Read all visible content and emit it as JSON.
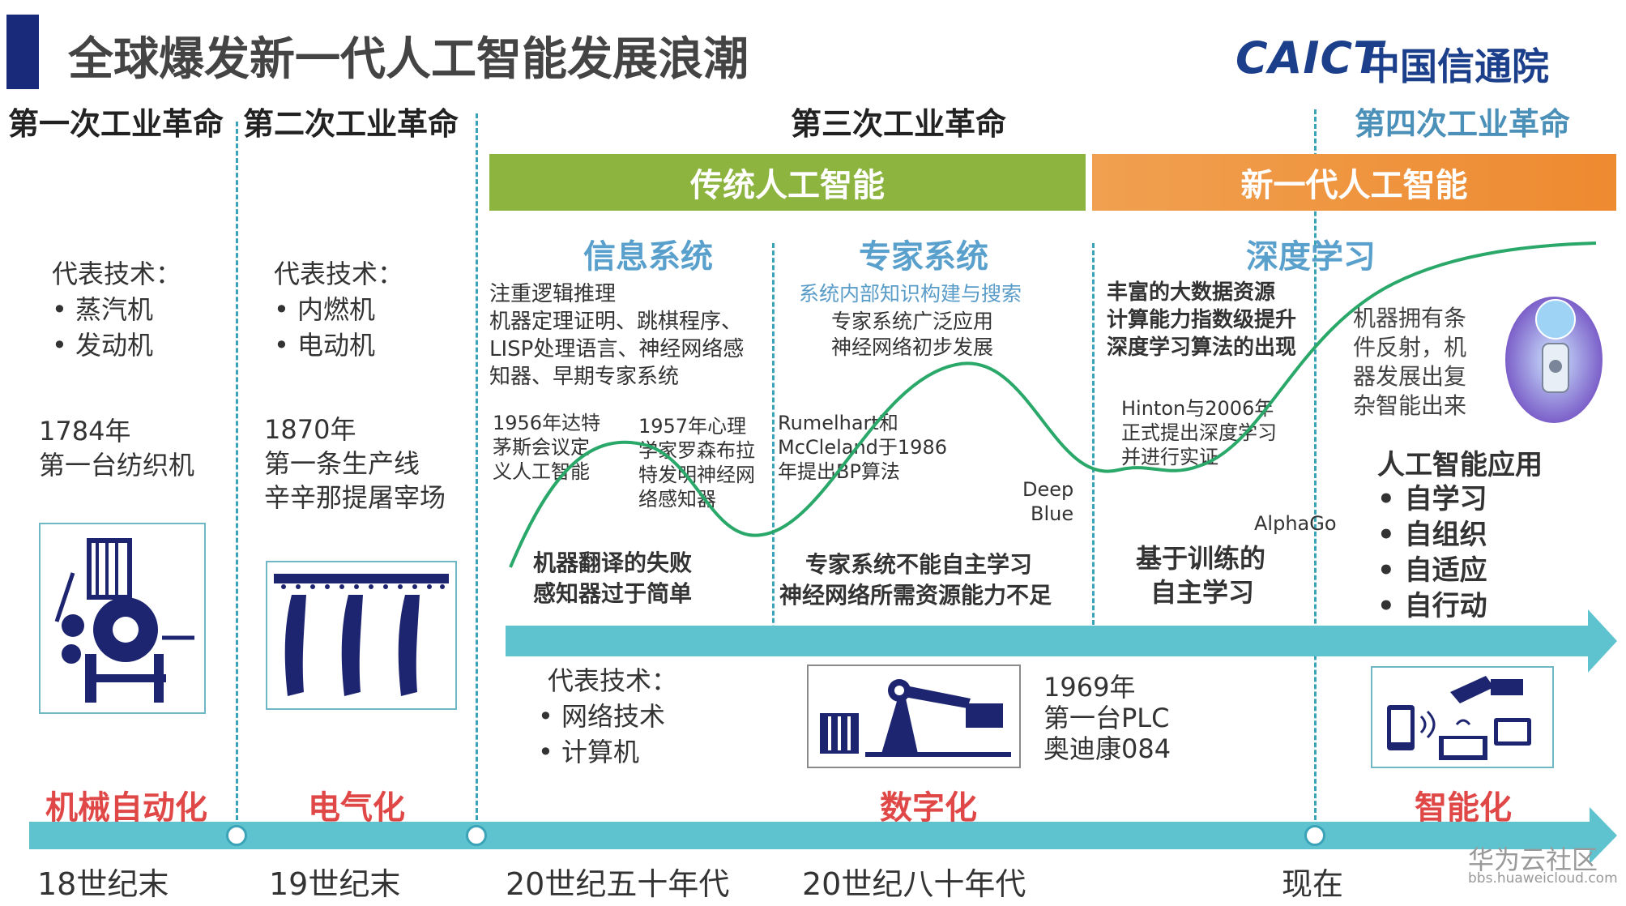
{
  "title": "全球爆发新一代人工智能发展浪潮",
  "logo": {
    "en": "CAICT",
    "cn": "中国信通院"
  },
  "eras": [
    "第一次工业革命",
    "第二次工业革命",
    "第三次工业革命",
    "第四次工业革命"
  ],
  "bands": {
    "traditional": "传统人工智能",
    "new": "新一代人工智能"
  },
  "sections": {
    "info": "信息系统",
    "expert": "专家系统",
    "deep": "深度学习"
  },
  "era1": {
    "tech_label": "代表技术：",
    "techs": [
      "• 蒸汽机",
      "• 发动机"
    ],
    "year": "1784年",
    "event": "第一台纺织机"
  },
  "era2": {
    "tech_label": "代表技术：",
    "techs": [
      "• 内燃机",
      "• 电动机"
    ],
    "year": "1870年",
    "event1": "第一条生产线",
    "event2": "辛辛那提屠宰场"
  },
  "info_sys": {
    "lines": [
      "注重逻辑推理",
      "机器定理证明、跳棋程序、",
      "LISP处理语言、神经网络感",
      "知器、早期专家系统"
    ],
    "e1956": [
      "1956年达特",
      "茅斯会议定",
      "义人工智能"
    ],
    "e1957": [
      "1957年心理",
      "学家罗森布拉",
      "特发明神经网",
      "络感知器"
    ],
    "failure": [
      "机器翻译的失败",
      "感知器过于简单"
    ]
  },
  "expert_sys": {
    "lines": [
      "系统内部知识构建与搜索",
      "专家系统广泛应用",
      "神经网络初步发展"
    ],
    "e1986": [
      "Rumelhart和",
      "McCleland于1986",
      "年提出BP算法"
    ],
    "deepblue": [
      "Deep",
      "Blue"
    ],
    "failure": [
      "专家系统不能自主学习",
      "神经网络所需资源能力不足"
    ]
  },
  "deep_learning": {
    "lines": [
      "丰富的大数据资源",
      "计算能力指数级提升",
      "深度学习算法的出现"
    ],
    "hinton": [
      "Hinton与2006年",
      "正式提出深度学习",
      "并进行实证"
    ],
    "alphago": "AlphaGo",
    "self": [
      "基于训练的",
      "自主学习"
    ]
  },
  "era4": {
    "desc": [
      "机器拥有条",
      "件反射，机",
      "器发展出复",
      "杂智能出来"
    ],
    "app_title": "人工智能应用",
    "apps": [
      "• 自学习",
      "• 自组织",
      "• 自适应",
      "• 自行动"
    ]
  },
  "era3_bottom": {
    "tech_label": "代表技术：",
    "techs": [
      "• 网络技术",
      "• 计算机"
    ],
    "year": "1969年",
    "event1": "第一台PLC",
    "event2": "奥迪康084"
  },
  "stages": [
    "机械自动化",
    "电气化",
    "数字化",
    "智能化"
  ],
  "times": [
    "18世纪末",
    "19世纪末",
    "20世纪五十年代",
    "20世纪八十年代",
    "现在"
  ],
  "watermark": {
    "main": "华为云社区",
    "sub": "bbs.huaweicloud.com"
  },
  "colors": {
    "green": "#8cb43e",
    "orange": "#ee8a30",
    "teal": "#5ec3cf",
    "navy": "#1a2a7a",
    "red": "#e04848"
  }
}
